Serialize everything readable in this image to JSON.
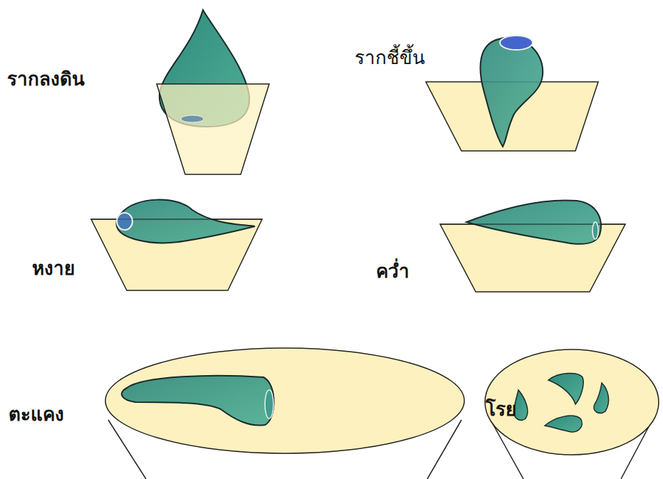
{
  "diagram": {
    "labels": [
      "รากลงดิน",
      "รากชี้ขึ้น",
      "หงาย",
      "คว่ำ",
      "ตะแคง",
      "โรย"
    ]
  }
}
